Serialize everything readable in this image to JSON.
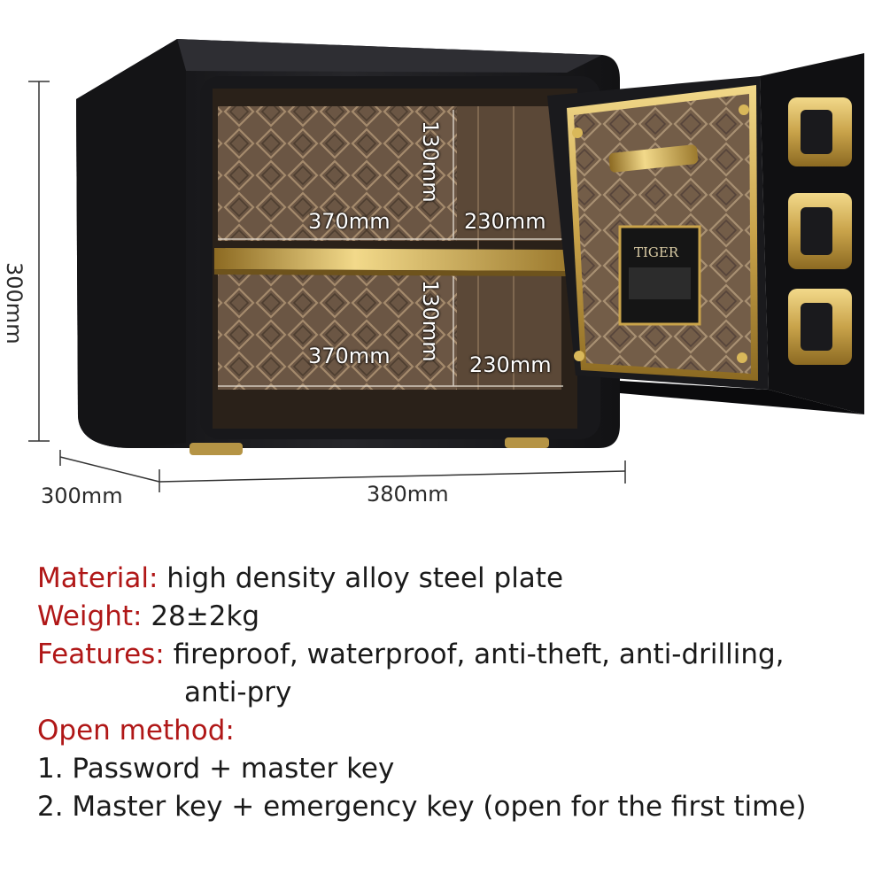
{
  "dimensions": {
    "height": "300mm",
    "depth": "300mm",
    "width": "380mm",
    "upper_height": "130mm",
    "lower_height": "130mm",
    "upper_width": "370mm",
    "lower_width": "370mm",
    "upper_depth": "230mm",
    "lower_depth": "230mm"
  },
  "door": {
    "brand_plate": "TIGER"
  },
  "specs": {
    "material_label": "Material:",
    "material_value": "high density alloy steel plate",
    "weight_label": "Weight:",
    "weight_value": "28±2kg",
    "features_label": "Features:",
    "features_value": "fireproof, waterproof, anti-theft, anti-drilling,",
    "features_cont": "anti-pry",
    "open_label": "Open method:",
    "method_1": "1. Password + master key",
    "method_2": "2. Master key + emergency key (open for the first time)"
  },
  "colors": {
    "body": "#1c1c1e",
    "interior": "#6f5a45",
    "gold": "#c9a34a",
    "label_red": "#b01717"
  }
}
